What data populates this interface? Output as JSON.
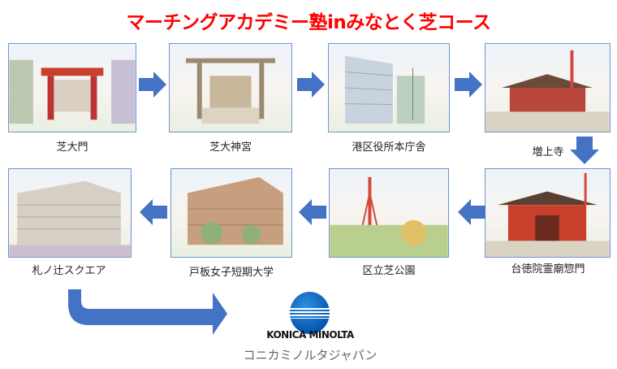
{
  "title": "マーチングアカデミー塾inみなとく芝コース",
  "stops": [
    {
      "label": "芝大門"
    },
    {
      "label": "芝大神宮"
    },
    {
      "label": "港区役所本庁舎"
    },
    {
      "label": "増上寺"
    },
    {
      "label": "台徳院霊廟惣門"
    },
    {
      "label": "区立芝公園"
    },
    {
      "label": "戸板女子短期大学"
    },
    {
      "label": "札ノ辻スクエア"
    }
  ],
  "logo": {
    "brand": "KONICA MINOLTA",
    "kana": "コニカミノルタジャパン"
  },
  "colors": {
    "title": "#ff0000",
    "arrow": "#4472c4",
    "frame": "#6f94d6"
  }
}
